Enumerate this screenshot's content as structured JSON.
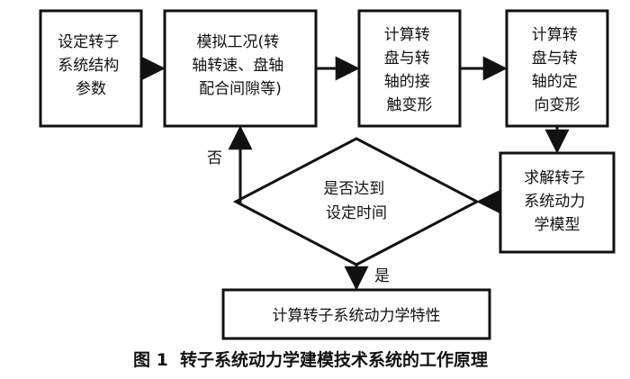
{
  "nodes": {
    "set_structure": {
      "lines": [
        "设定转子",
        "系统结构",
        "参数"
      ]
    },
    "simulate": {
      "lines": [
        "模拟工况(转",
        "轴转速、盘轴",
        "配合间隙等)"
      ]
    },
    "contact_deform": {
      "lines": [
        "计算转",
        "盘与转",
        "轴的接",
        "触变形"
      ]
    },
    "orient_deform": {
      "lines": [
        "计算转",
        "盘与转",
        "轴的定",
        "向变形"
      ]
    },
    "solve_model": {
      "lines": [
        "求解转子",
        "系统动力",
        "学模型"
      ]
    },
    "decision": {
      "lines": [
        "是否达到",
        "设定时间"
      ]
    },
    "compute_char": {
      "lines": [
        "计算转子系统动力学特性"
      ]
    }
  },
  "labels": {
    "no": "否",
    "yes": "是"
  },
  "caption": {
    "figure": "图 1",
    "title": "转子系统动力学建模技术系统的工作原理"
  }
}
